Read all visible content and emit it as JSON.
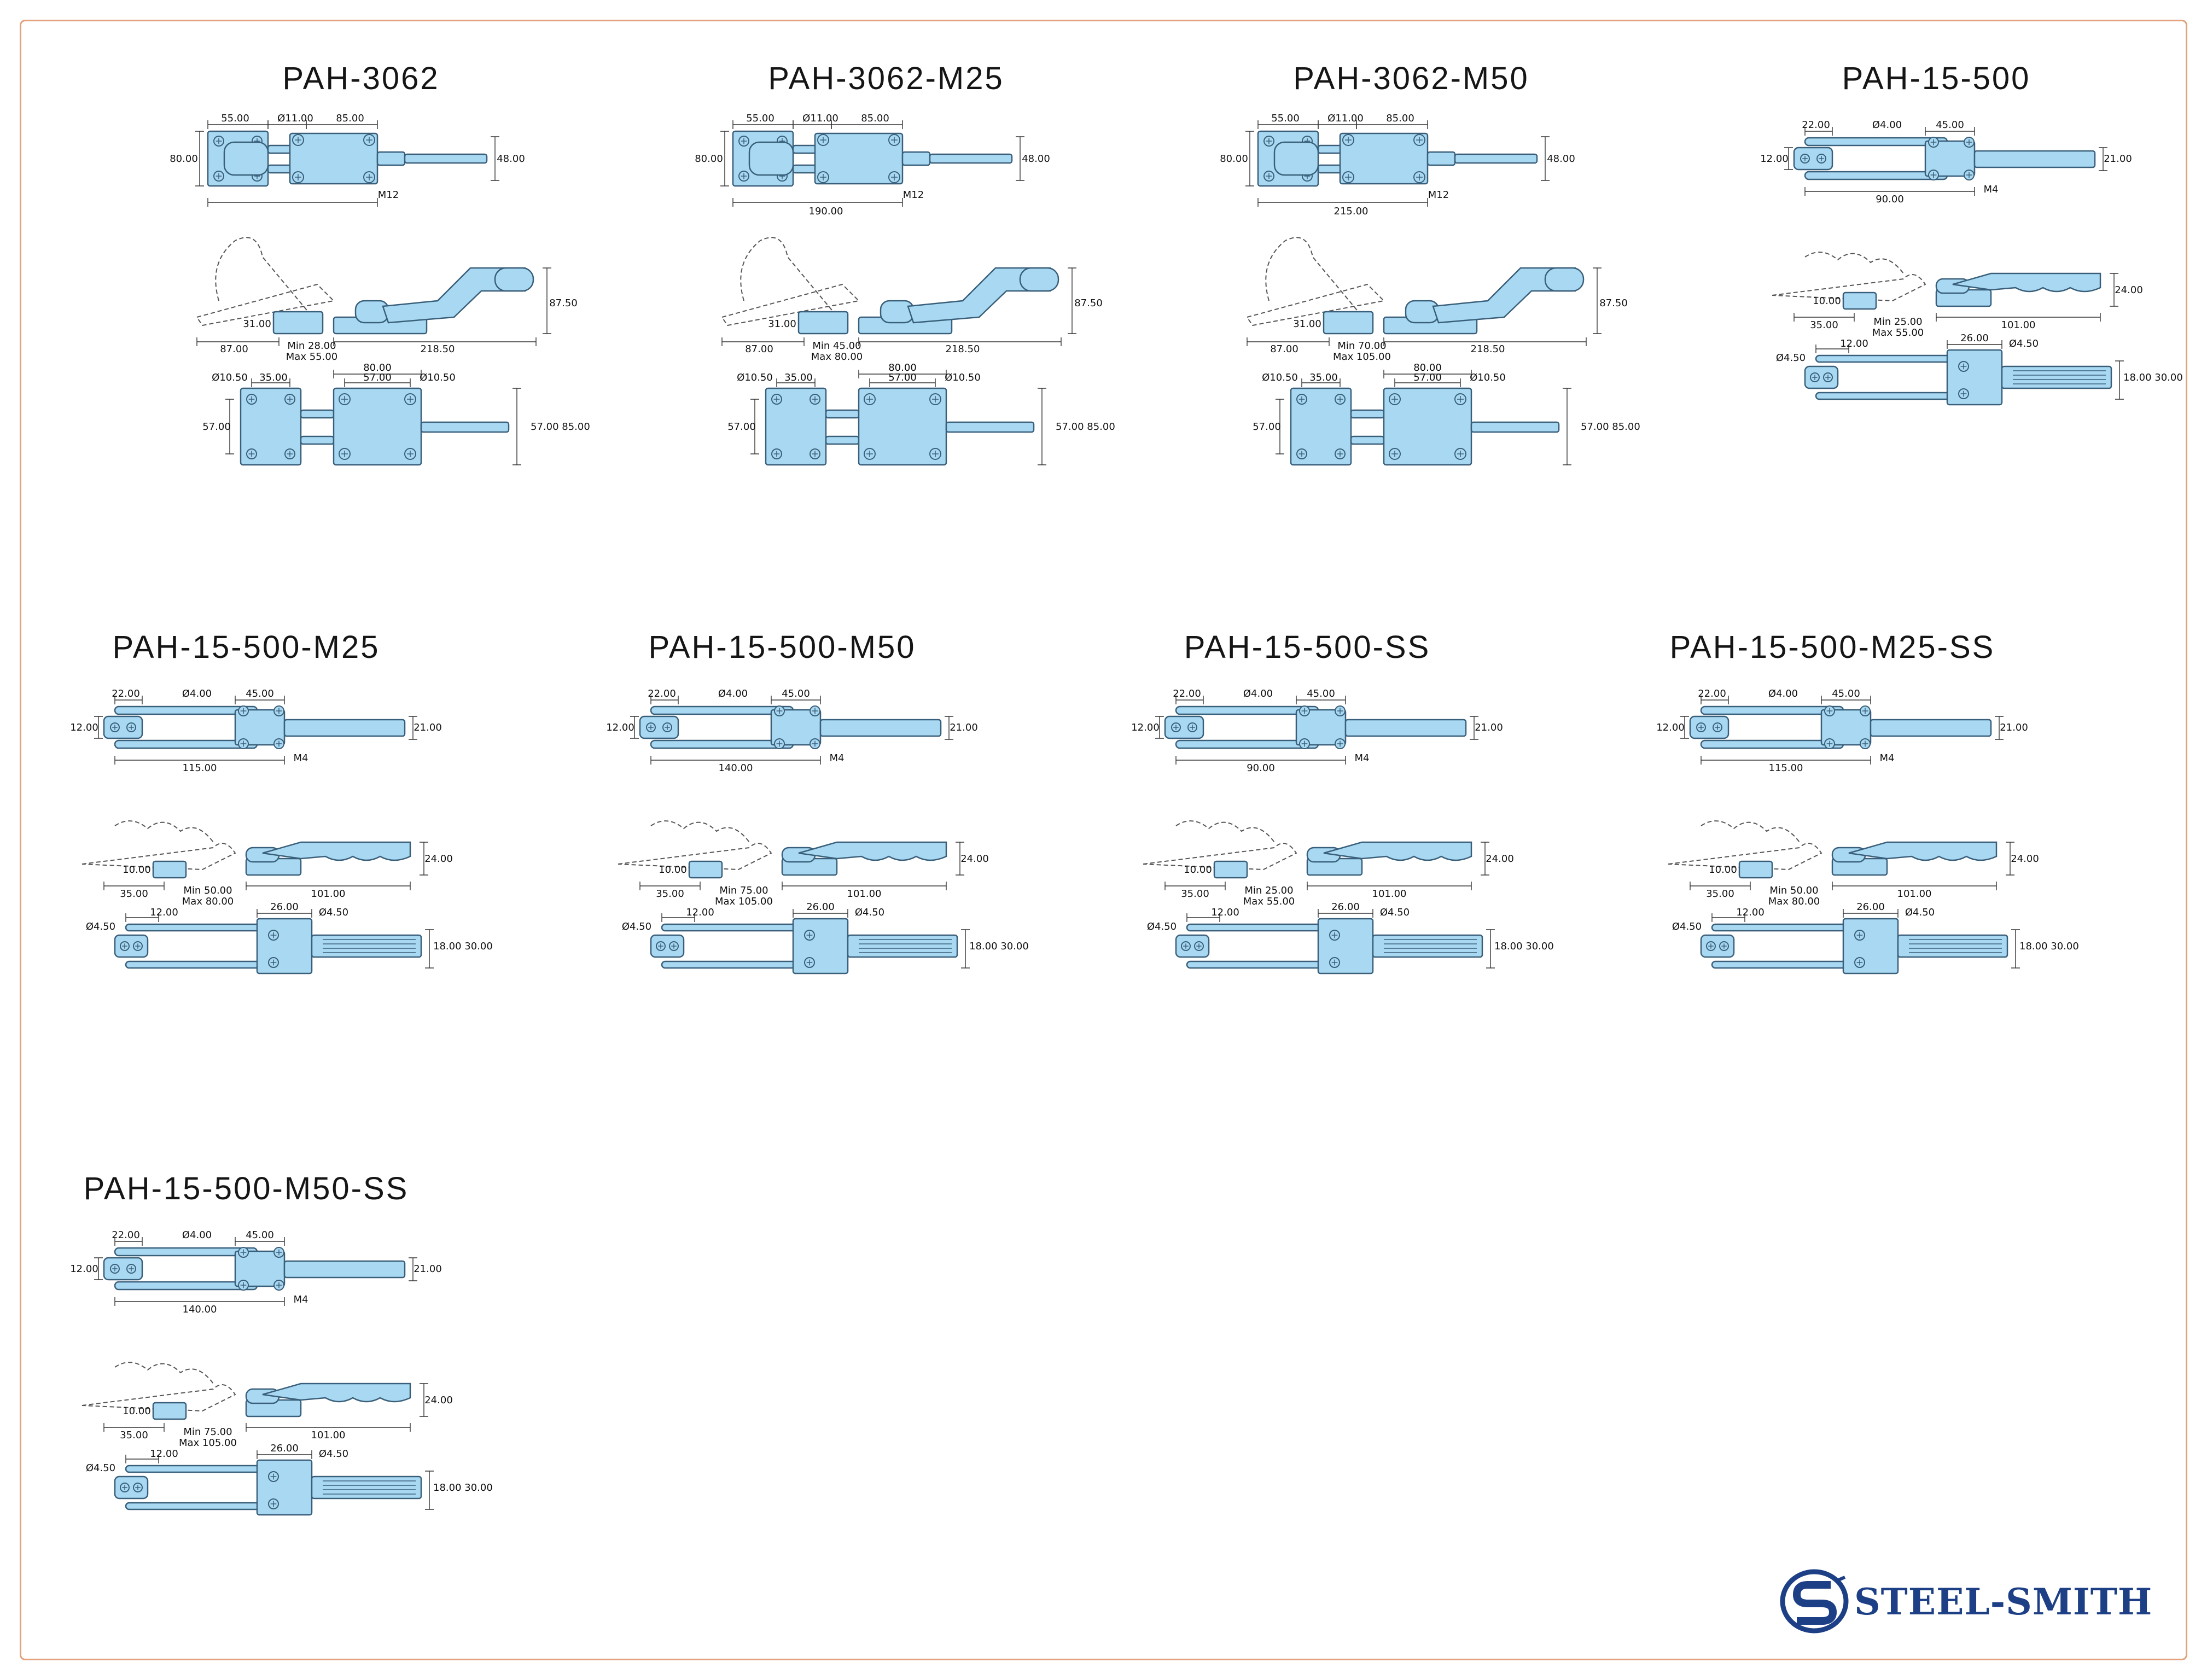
{
  "brand": {
    "name": "STEEL-SMITH",
    "color": "#1d3f86"
  },
  "colors": {
    "part_fill": "#a9d9f2",
    "part_stroke": "#3a5f7a",
    "dim_line": "#333333",
    "frame": "#e2a27e"
  },
  "models": [
    {
      "name": "PAH-3062",
      "family": "3062",
      "top": [
        "55.00",
        "Ø11.00",
        "85.00",
        "80.00",
        "48.00",
        "M12",
        ""
      ],
      "side": [
        "31.00",
        "87.00",
        "Min 28.00",
        "Max 55.00",
        "218.50",
        "87.50"
      ],
      "base": [
        "Ø10.50",
        "35.00",
        "80.00",
        "57.00",
        "Ø10.50",
        "57.00",
        "57.00 85.00"
      ]
    },
    {
      "name": "PAH-3062-M25",
      "family": "3062",
      "top": [
        "55.00",
        "Ø11.00",
        "85.00",
        "80.00",
        "48.00",
        "M12",
        "190.00"
      ],
      "side": [
        "31.00",
        "87.00",
        "Min 45.00",
        "Max 80.00",
        "218.50",
        "87.50"
      ],
      "base": [
        "Ø10.50",
        "35.00",
        "80.00",
        "57.00",
        "Ø10.50",
        "57.00",
        "57.00 85.00"
      ]
    },
    {
      "name": "PAH-3062-M50",
      "family": "3062",
      "top": [
        "55.00",
        "Ø11.00",
        "85.00",
        "80.00",
        "48.00",
        "M12",
        "215.00"
      ],
      "side": [
        "31.00",
        "87.00",
        "Min 70.00",
        "Max 105.00",
        "218.50",
        "87.50"
      ],
      "base": [
        "Ø10.50",
        "35.00",
        "80.00",
        "57.00",
        "Ø10.50",
        "57.00",
        "57.00 85.00"
      ]
    },
    {
      "name": "PAH-15-500",
      "family": "15500",
      "top": [
        "22.00",
        "Ø4.00",
        "45.00",
        "12.00",
        "21.00",
        "M4",
        "90.00"
      ],
      "side": [
        "10.00",
        "35.00",
        "Min 25.00",
        "Max 55.00",
        "101.00",
        "24.00"
      ],
      "base": [
        "Ø4.50",
        "12.00",
        "26.00",
        "Ø4.50",
        "18.00 30.00"
      ]
    },
    {
      "name": "PAH-15-500-M25",
      "family": "15500",
      "top": [
        "22.00",
        "Ø4.00",
        "45.00",
        "12.00",
        "21.00",
        "M4",
        "115.00"
      ],
      "side": [
        "10.00",
        "35.00",
        "Min 50.00",
        "Max 80.00",
        "101.00",
        "24.00"
      ],
      "base": [
        "Ø4.50",
        "12.00",
        "26.00",
        "Ø4.50",
        "18.00 30.00"
      ]
    },
    {
      "name": "PAH-15-500-M50",
      "family": "15500",
      "top": [
        "22.00",
        "Ø4.00",
        "45.00",
        "12.00",
        "21.00",
        "M4",
        "140.00"
      ],
      "side": [
        "10.00",
        "35.00",
        "Min 75.00",
        "Max 105.00",
        "101.00",
        "24.00"
      ],
      "base": [
        "Ø4.50",
        "12.00",
        "26.00",
        "Ø4.50",
        "18.00 30.00"
      ]
    },
    {
      "name": "PAH-15-500-SS",
      "family": "15500",
      "top": [
        "22.00",
        "Ø4.00",
        "45.00",
        "12.00",
        "21.00",
        "M4",
        "90.00"
      ],
      "side": [
        "10.00",
        "35.00",
        "Min 25.00",
        "Max 55.00",
        "101.00",
        "24.00"
      ],
      "base": [
        "Ø4.50",
        "12.00",
        "26.00",
        "Ø4.50",
        "18.00 30.00"
      ]
    },
    {
      "name": "PAH-15-500-M25-SS",
      "family": "15500",
      "top": [
        "22.00",
        "Ø4.00",
        "45.00",
        "12.00",
        "21.00",
        "M4",
        "115.00"
      ],
      "side": [
        "10.00",
        "35.00",
        "Min 50.00",
        "Max 80.00",
        "101.00",
        "24.00"
      ],
      "base": [
        "Ø4.50",
        "12.00",
        "26.00",
        "Ø4.50",
        "18.00 30.00"
      ]
    },
    {
      "name": "PAH-15-500-M50-SS",
      "family": "15500",
      "top": [
        "22.00",
        "Ø4.00",
        "45.00",
        "12.00",
        "21.00",
        "M4",
        "140.00"
      ],
      "side": [
        "10.00",
        "35.00",
        "Min 75.00",
        "Max 105.00",
        "101.00",
        "24.00"
      ],
      "base": [
        "Ø4.50",
        "12.00",
        "26.00",
        "Ø4.50",
        "18.00 30.00"
      ]
    }
  ]
}
